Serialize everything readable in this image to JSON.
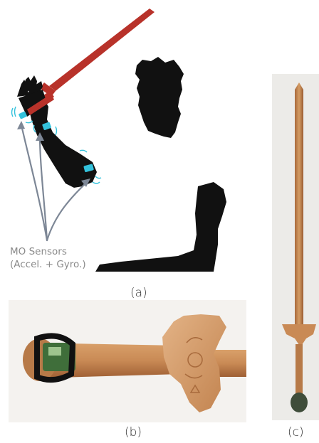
{
  "figure": {
    "panel_a": {
      "caption": "(a)",
      "sensor_label_line1": "MO Sensors",
      "sensor_label_line2": "(Accel. + Gyro.)"
    },
    "panel_b": {
      "caption": "(b)"
    },
    "panel_c": {
      "caption": "(c)"
    }
  },
  "colors": {
    "sword": "#b8322a",
    "silhouette": "#111111",
    "sensor": "#33c2dc",
    "arrow": "#7d8796",
    "wood": "#c98a55",
    "wood_dark": "#a8683a",
    "board": "#3f6e3a"
  }
}
